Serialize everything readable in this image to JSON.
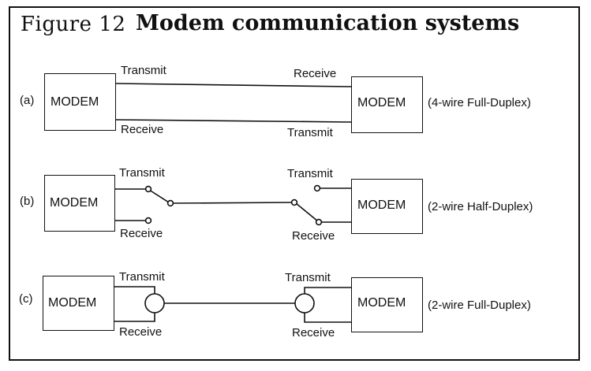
{
  "title": {
    "number": "Figure 12",
    "text": "Modem communication systems"
  },
  "diagrams": [
    {
      "tag": "(a)",
      "left_modem": "MODEM",
      "right_modem": "MODEM",
      "left_top_label": "Transmit",
      "left_bottom_label": "Receive",
      "right_top_label": "Receive",
      "right_bottom_label": "Transmit",
      "caption": "(4-wire Full-Duplex)"
    },
    {
      "tag": "(b)",
      "left_modem": "MODEM",
      "right_modem": "MODEM",
      "left_top_label": "Transmit",
      "left_bottom_label": "Receive",
      "right_top_label": "Transmit",
      "right_bottom_label": "Receive",
      "caption": "(2-wire Half-Duplex)"
    },
    {
      "tag": "(c)",
      "left_modem": "MODEM",
      "right_modem": "MODEM",
      "left_top_label": "Transmit",
      "left_bottom_label": "Receive",
      "right_top_label": "Transmit",
      "right_bottom_label": "Receive",
      "caption": "(2-wire Full-Duplex)"
    }
  ]
}
